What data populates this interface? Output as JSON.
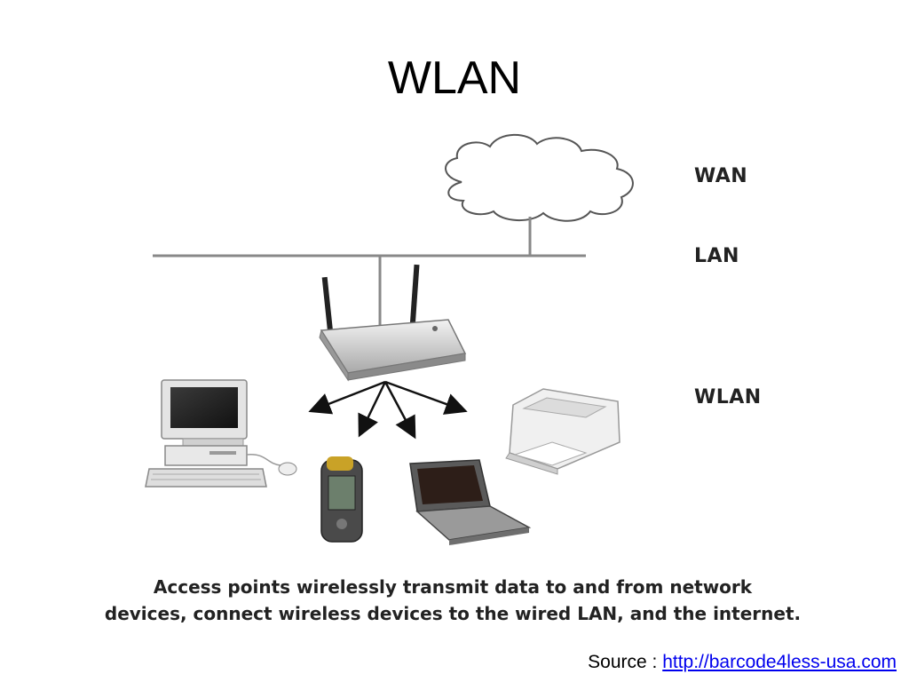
{
  "slide": {
    "title": "WLAN"
  },
  "layers": {
    "wan": "WAN",
    "lan": "LAN",
    "wlan": "WLAN"
  },
  "caption": {
    "line1": "Access points wirelessly transmit data to and from network",
    "line2": "devices, connect wireless devices to the wired LAN, and the internet."
  },
  "source": {
    "prefix": "Source : ",
    "link_text": "http://barcode4less-usa.com"
  }
}
